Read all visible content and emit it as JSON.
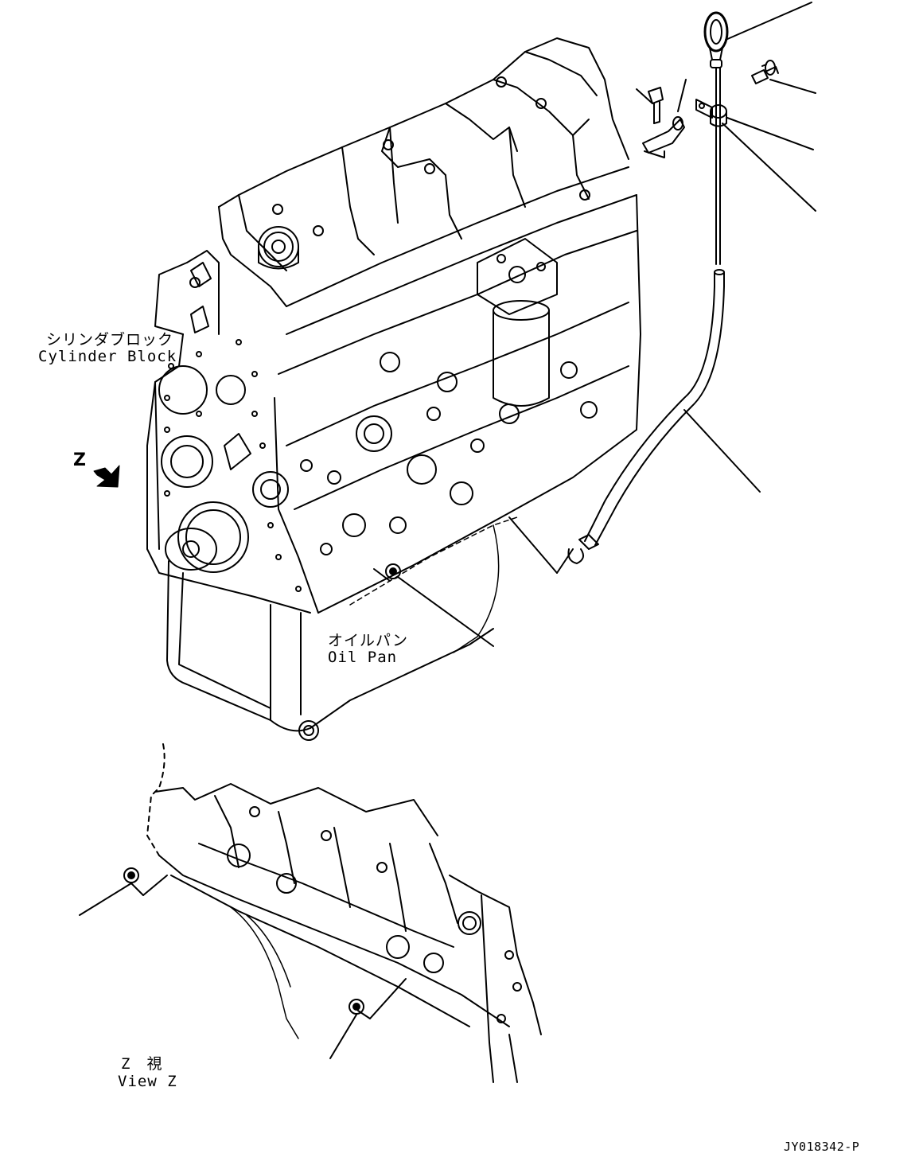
{
  "labels": {
    "cylinder_block_ja": "シリンダブロック",
    "cylinder_block_en": "Cylinder Block",
    "oil_pan_ja": "オイルパン",
    "oil_pan_en": "Oil Pan",
    "view_z_ja": "Z　視",
    "view_z_en": "View Z",
    "arrow_letter": "Z",
    "drawing_code": "JY018342-P"
  },
  "colors": {
    "line": "#000000",
    "background": "#ffffff"
  }
}
